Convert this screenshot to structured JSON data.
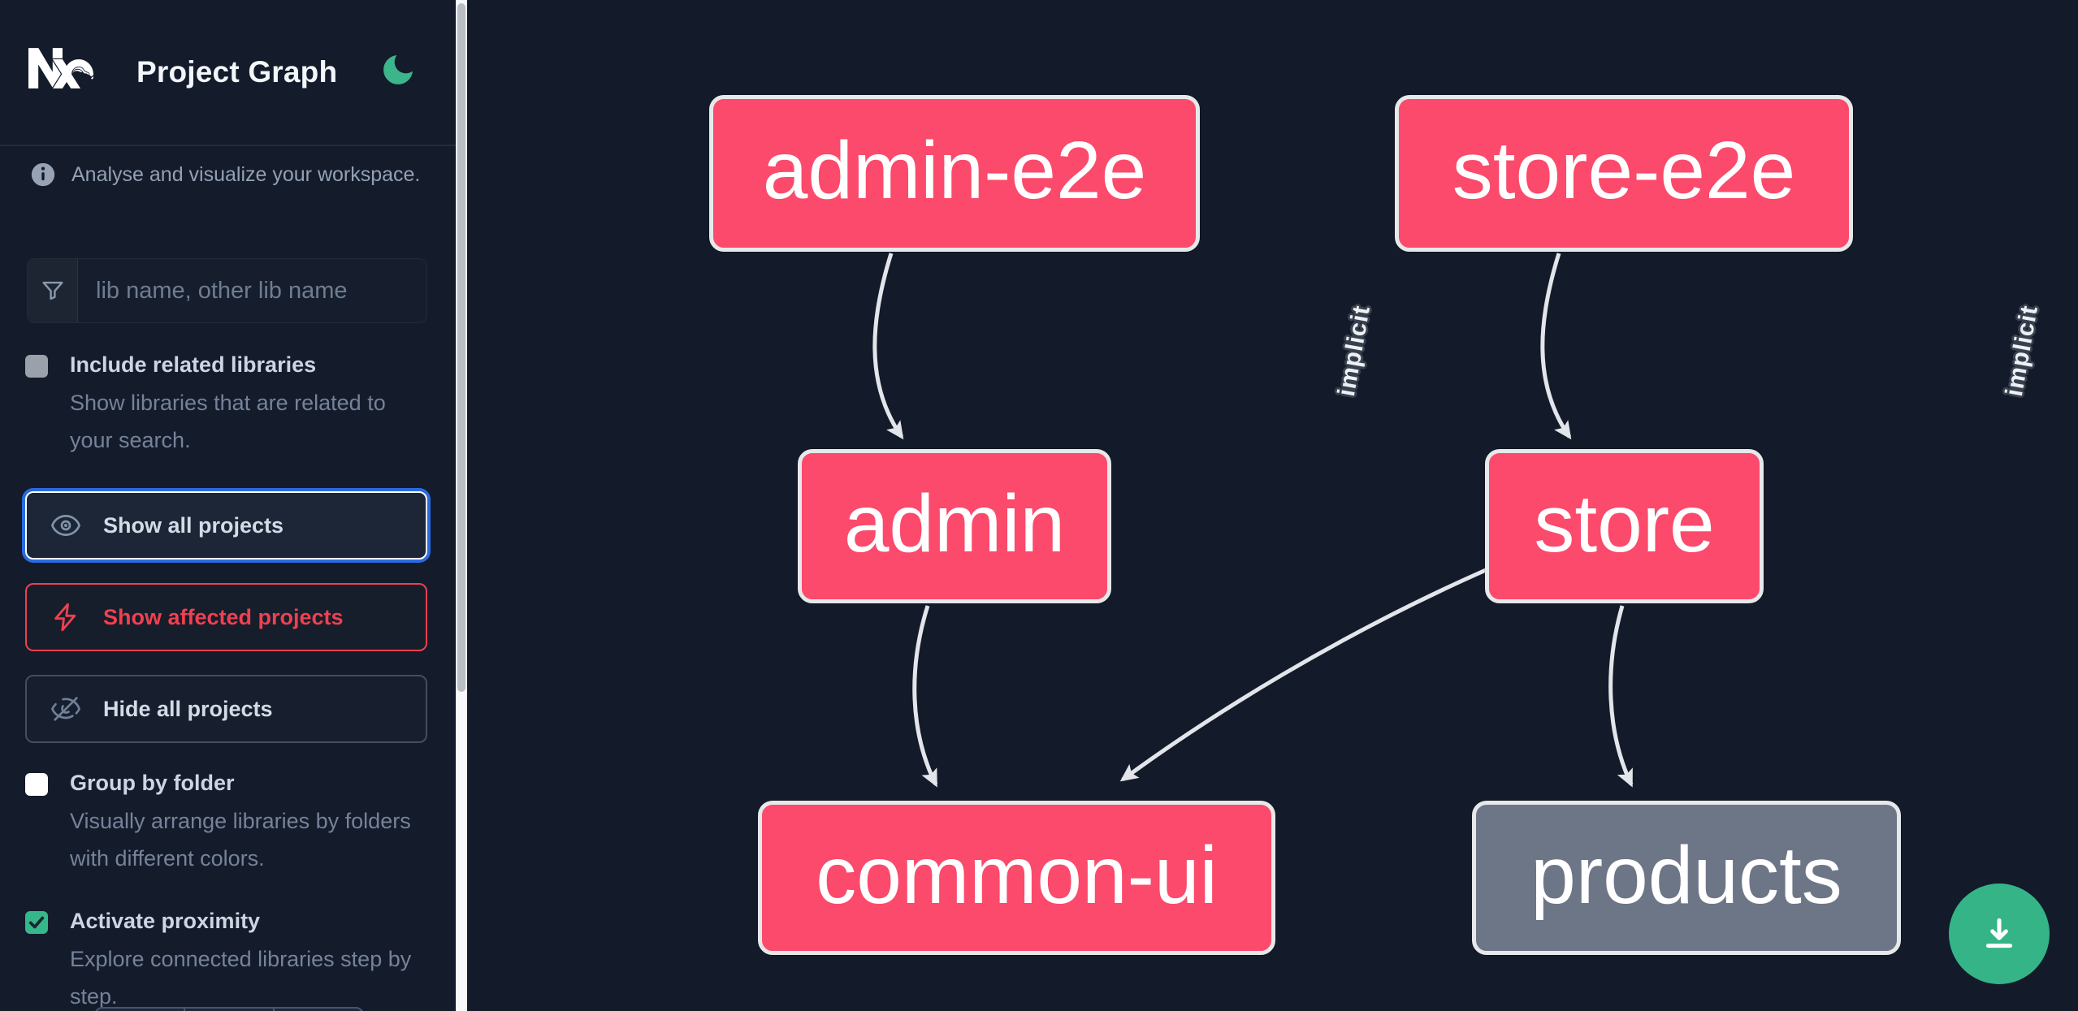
{
  "header": {
    "title": "Project Graph",
    "logo": "nx-logo",
    "theme_toggle_icon": "moon-icon"
  },
  "info": {
    "text": "Analyse and visualize your workspace."
  },
  "search": {
    "placeholder": "lib name, other lib name",
    "value": ""
  },
  "related_toggle": {
    "label": "Include related libraries",
    "description": "Show libraries that are related to your search.",
    "checked": false
  },
  "actions": [
    {
      "label": "Show all projects",
      "icon": "eye-icon",
      "state": "selected"
    },
    {
      "label": "Show affected projects",
      "icon": "bolt-icon",
      "state": "danger"
    },
    {
      "label": "Hide all projects",
      "icon": "eye-off-icon",
      "state": "default"
    }
  ],
  "group_toggle": {
    "label": "Group by folder",
    "description": "Visually arrange libraries by folders with different colors.",
    "checked": false
  },
  "proximity_toggle": {
    "label": "Activate proximity",
    "description": "Explore connected libraries step by step.",
    "checked": true
  },
  "graph": {
    "nodes": [
      {
        "id": "admin-e2e",
        "label": "admin-e2e",
        "kind": "app"
      },
      {
        "id": "store-e2e",
        "label": "store-e2e",
        "kind": "app"
      },
      {
        "id": "admin",
        "label": "admin",
        "kind": "app"
      },
      {
        "id": "store",
        "label": "store",
        "kind": "app"
      },
      {
        "id": "common-ui",
        "label": "common-ui",
        "kind": "app"
      },
      {
        "id": "products",
        "label": "products",
        "kind": "lib-unfocused"
      }
    ],
    "edges": [
      {
        "source": "admin-e2e",
        "target": "admin",
        "label": "implicit"
      },
      {
        "source": "store-e2e",
        "target": "store",
        "label": "implicit"
      },
      {
        "source": "admin",
        "target": "common-ui",
        "label": ""
      },
      {
        "source": "store",
        "target": "common-ui",
        "label": ""
      },
      {
        "source": "store",
        "target": "products",
        "label": ""
      }
    ]
  },
  "download": {
    "icon": "download-icon"
  },
  "colors": {
    "background": "#131a29",
    "node_pink": "#fb4a6b",
    "node_gray": "#6d7687",
    "node_border": "#e7e8ea",
    "edge": "#e2e5ea",
    "accent_blue": "#2b6be0",
    "danger_red": "#ee4050",
    "success_green": "#34b88a",
    "download_green": "#35b488"
  }
}
